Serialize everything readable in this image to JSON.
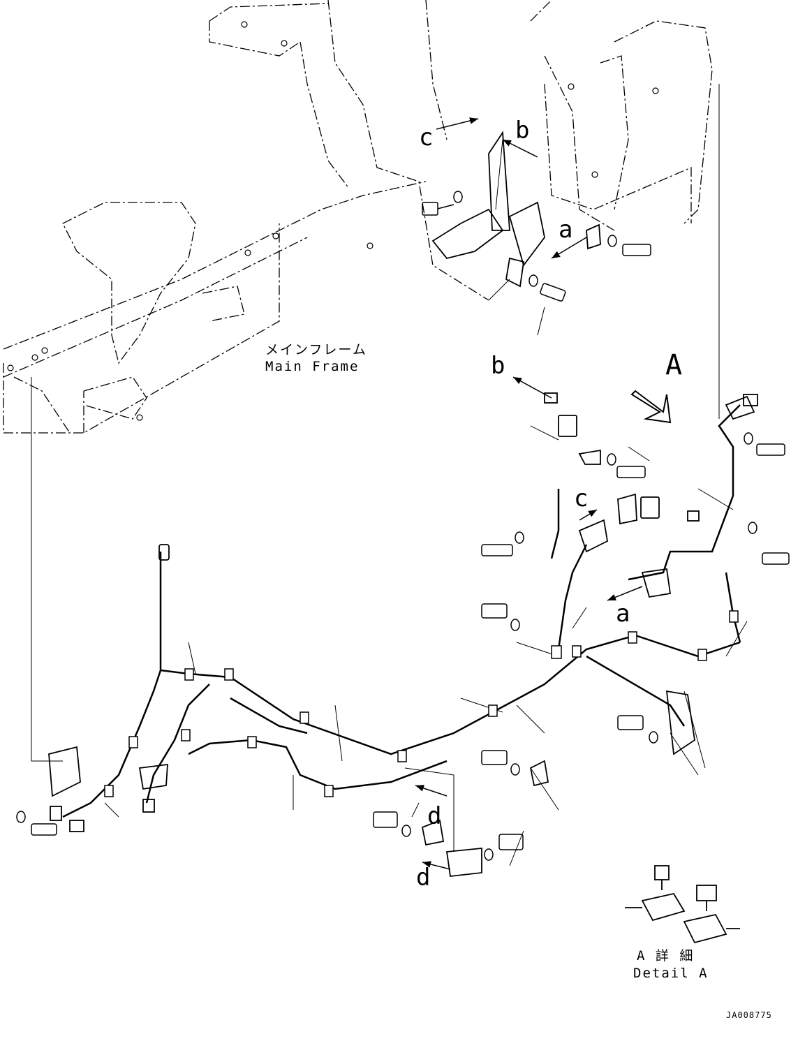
{
  "drawing": {
    "frame_label_jp": "メインフレーム",
    "frame_label_en": "Main Frame",
    "view_label": "A",
    "detail_label_jp": "A 詳 細",
    "detail_label_en": "Detail A",
    "drawing_number": "JA008775",
    "callouts": {
      "a1": "a",
      "a2": "a",
      "b1": "b",
      "b2": "b",
      "c1": "c",
      "c2": "c",
      "d1": "d",
      "d2": "d"
    }
  }
}
